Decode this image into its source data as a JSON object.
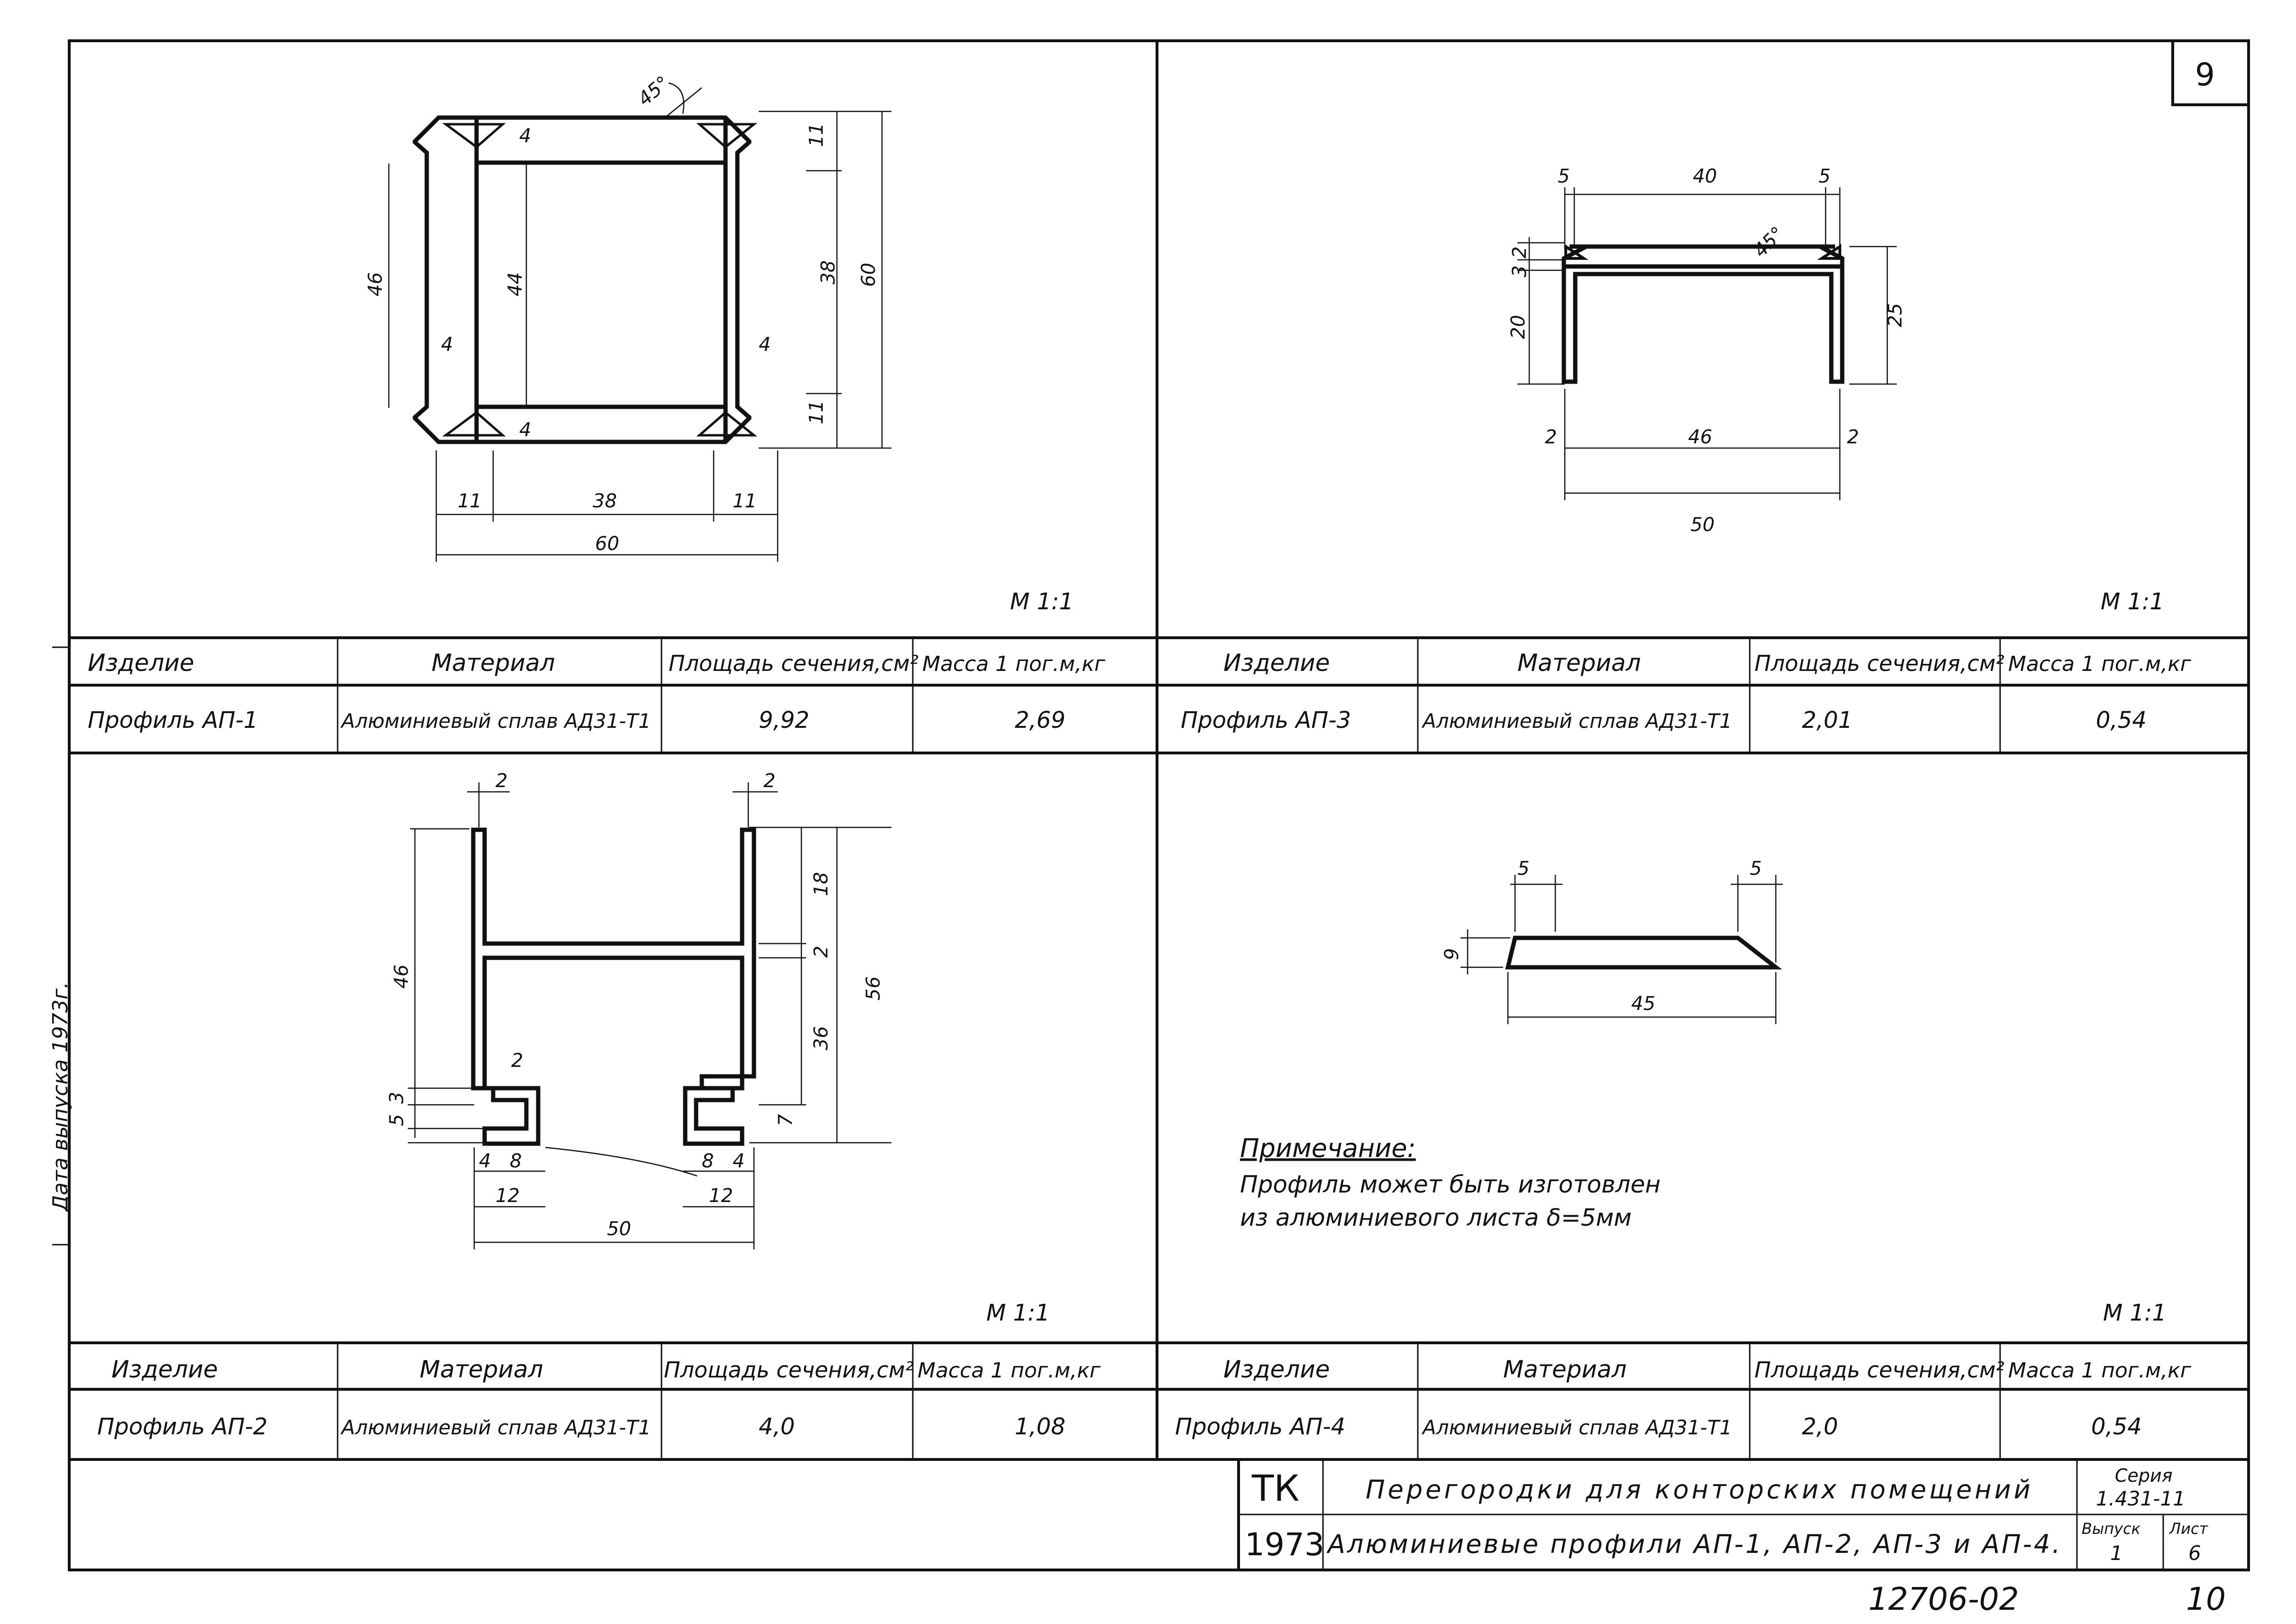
{
  "sheet_number": "9",
  "bottom_code": "12706-02",
  "bottom_page": "10",
  "margin_note": "Дата выпуска 1973г.",
  "table_headers": {
    "item": "Изделие",
    "material": "Материал",
    "area": "Площадь сечения,см²",
    "mass": "Масса 1 пог.м,кг"
  },
  "panels": [
    {
      "id": "ap1",
      "name": "Профиль АП-1",
      "material": "Алюминиевый сплав АД31-Т1",
      "area": "9,92",
      "mass": "2,69",
      "scale": "М 1:1"
    },
    {
      "id": "ap3",
      "name": "Профиль АП-3",
      "material": "Алюминиевый сплав АД31-Т1",
      "area": "2,01",
      "mass": "0,54",
      "scale": "М 1:1"
    },
    {
      "id": "ap2",
      "name": "Профиль АП-2",
      "material": "Алюминиевый сплав АД31-Т1",
      "area": "4,0",
      "mass": "1,08",
      "scale": "М 1:1"
    },
    {
      "id": "ap4",
      "name": "Профиль АП-4",
      "material": "Алюминиевый сплав АД31-Т1",
      "area": "2,0",
      "mass": "0,54",
      "scale": "М 1:1"
    }
  ],
  "note": {
    "title": "Примечание:",
    "line1": "Профиль может быть изготовлен",
    "line2": "из алюминиевого листа δ=5мм"
  },
  "title_block": {
    "org": "ТК",
    "year": "1973",
    "title1": "Перегородки для конторских помещений",
    "title2": "Алюминиевые профили АП-1, АП-2, АП-3 и АП-4.",
    "series_label": "Серия",
    "series_value": "1.431-11",
    "issue_label": "Выпуск",
    "issue_value": "1",
    "sheet_label": "Лист",
    "sheet_value": "6"
  },
  "dims": {
    "ap1": {
      "d45": "45°",
      "d4": "4",
      "d11": "11",
      "d38": "38",
      "d60": "60",
      "d46": "46",
      "d44": "44"
    },
    "ap3": {
      "d5": "5",
      "d40": "40",
      "d2": "2",
      "d3": "3",
      "d20": "20",
      "d25": "25",
      "d45": "45°",
      "d46": "46",
      "d50": "50"
    },
    "ap2": {
      "d2": "2",
      "d18": "18",
      "d56": "56",
      "d36": "36",
      "d46": "46",
      "d5": "5",
      "d3": "3",
      "d7": "7",
      "d4": "4",
      "d8": "8",
      "d12": "12",
      "d50": "50"
    },
    "ap4": {
      "d5": "5",
      "d9": "9",
      "d45": "45"
    }
  }
}
